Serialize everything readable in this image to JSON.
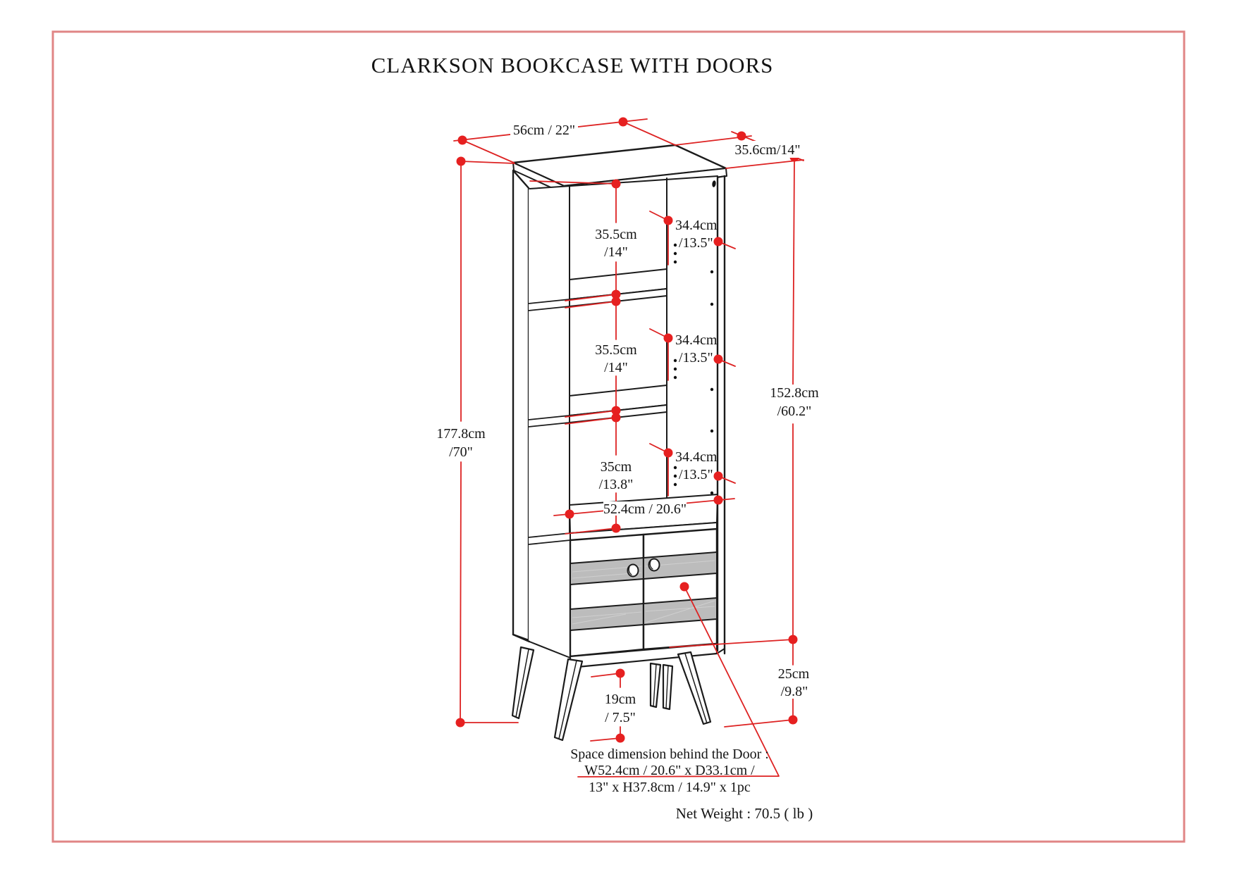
{
  "title": "CLARKSON BOOKCASE WITH DOORS",
  "dims": {
    "top_width": "56cm / 22\"",
    "top_depth": "35.6cm/14\"",
    "total_height_cm": "177.8cm",
    "total_height_in": "/70\"",
    "body_height_cm": "152.8cm",
    "body_height_in": "/60.2\"",
    "shelf_width": "52.4cm / 20.6\"",
    "leg_height_cm": "19cm",
    "leg_height_in": "/ 7.5\"",
    "base_clearance_cm": "25cm",
    "base_clearance_in": "/9.8\""
  },
  "compartments": [
    {
      "height_cm": "35.5cm",
      "height_in": "/14\"",
      "clear_cm": "34.4cm",
      "clear_in": "/13.5\""
    },
    {
      "height_cm": "35.5cm",
      "height_in": "/14\"",
      "clear_cm": "34.4cm",
      "clear_in": "/13.5\""
    },
    {
      "height_cm": "35cm",
      "height_in": "/13.8\"",
      "clear_cm": "34.4cm",
      "clear_in": "/13.5\""
    }
  ],
  "callout": {
    "line1": "Space dimension behind the Door :",
    "line2": "W52.4cm / 20.6\" x D33.1cm /",
    "line3": "13\" x H37.8cm / 14.9\" x 1pc"
  },
  "net_weight": "Net Weight : 70.5 ( lb )",
  "colors": {
    "dimension_red": "#dd2222",
    "border_pink": "#e08585",
    "line_black": "#1b1b1b",
    "door_gray": "#bcbcbc"
  }
}
